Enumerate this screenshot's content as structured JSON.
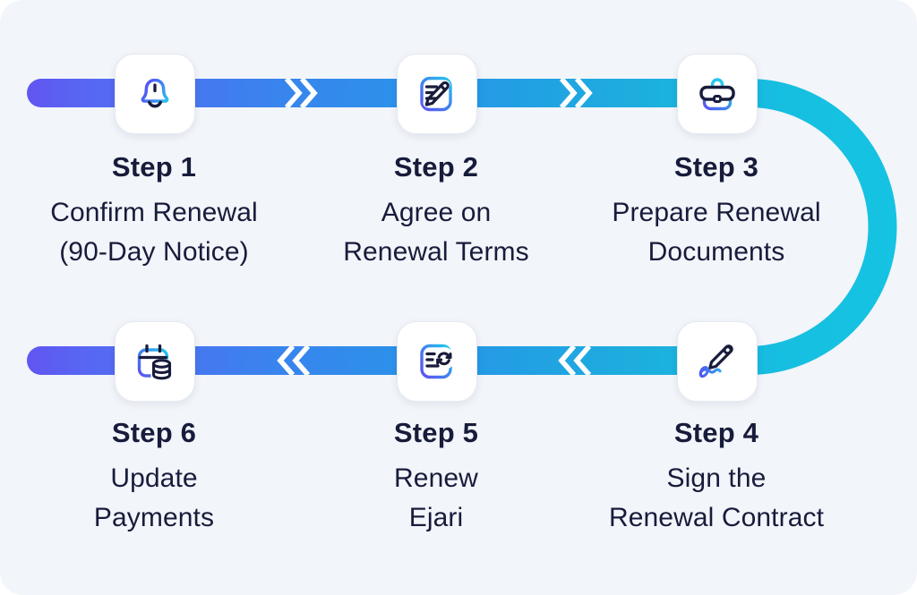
{
  "diagram": {
    "type": "process-flow",
    "topic": "Lease / Ejari renewal process",
    "top_row_direction": "right",
    "bottom_row_direction": "left"
  },
  "colors": {
    "background": "#f2f5fa",
    "ink": "#181c3b",
    "indigo_start": "#6155f1",
    "blue_mid": "#2598e7",
    "cyan_end": "#15c3e3",
    "card_background": "#ffffff",
    "card_border": "#e6e9f1",
    "chevron": "#ffffff"
  },
  "steps": [
    {
      "id": 1,
      "label": "Step 1",
      "icon": "bell-icon",
      "lines": [
        "Confirm Renewal",
        "(90-Day Notice)"
      ]
    },
    {
      "id": 2,
      "label": "Step 2",
      "icon": "document-edit-icon",
      "lines": [
        "Agree on",
        "Renewal Terms"
      ]
    },
    {
      "id": 3,
      "label": "Step 3",
      "icon": "briefcase-icon",
      "lines": [
        "Prepare Renewal",
        "Documents"
      ]
    },
    {
      "id": 4,
      "label": "Step 4",
      "icon": "signature-pen-icon",
      "lines": [
        "Sign the",
        "Renewal Contract"
      ]
    },
    {
      "id": 5,
      "label": "Step 5",
      "icon": "document-sync-icon",
      "lines": [
        "Renew",
        "Ejari"
      ]
    },
    {
      "id": 6,
      "label": "Step 6",
      "icon": "calendar-payments-icon",
      "lines": [
        "Update",
        "Payments"
      ]
    }
  ]
}
